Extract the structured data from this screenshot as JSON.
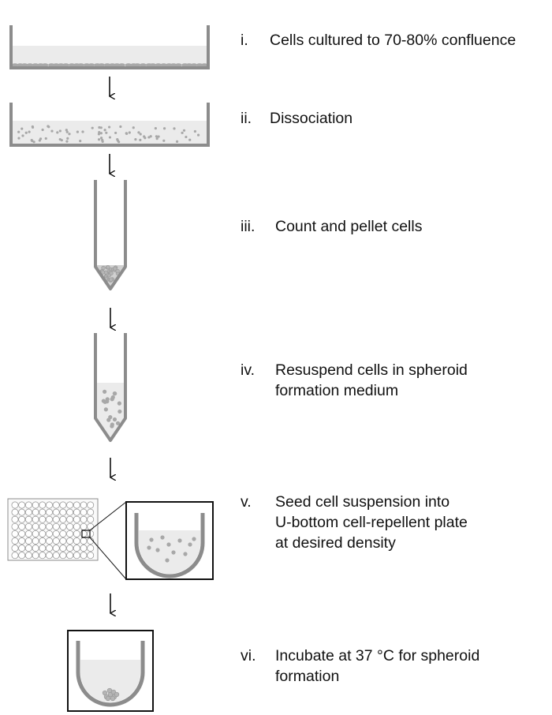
{
  "steps": [
    {
      "numeral": "i.",
      "lines": [
        "Cells cultured to 70-80% confluence"
      ]
    },
    {
      "numeral": "ii.",
      "lines": [
        "Dissociation"
      ]
    },
    {
      "numeral": "iii.",
      "lines": [
        "Count and pellet cells"
      ]
    },
    {
      "numeral": "iv.",
      "lines": [
        "Resuspend cells in spheroid",
        "formation medium"
      ]
    },
    {
      "numeral": "v.",
      "lines": [
        "Seed cell suspension into",
        "U-bottom cell-repellent plate",
        "at desired density"
      ]
    },
    {
      "numeral": "vi.",
      "lines": [
        "Incubate at 37 °C for spheroid",
        "formation"
      ]
    }
  ],
  "colors": {
    "vessel": "#8c8c8c",
    "medium": "#ebebeb",
    "cells": "#a8a8a8",
    "arrow": "#111111",
    "frame": "#111111"
  }
}
